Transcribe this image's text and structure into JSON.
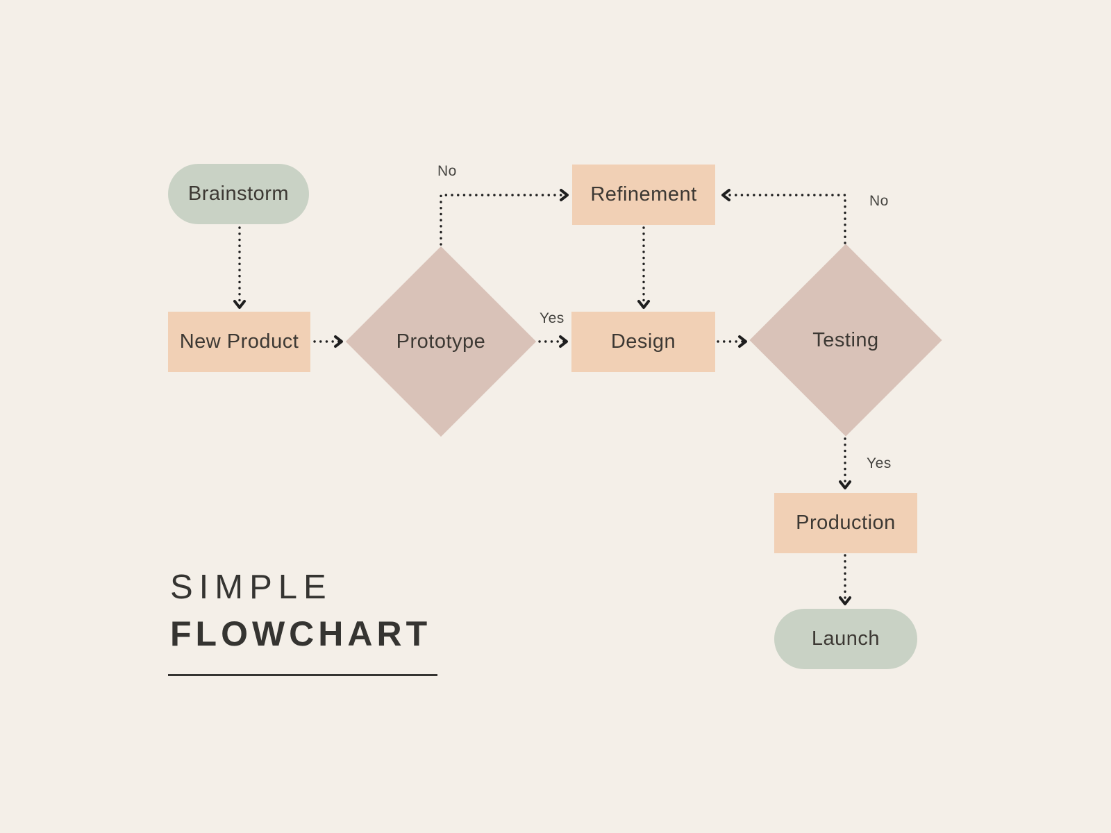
{
  "title": {
    "line1": "SIMPLE",
    "line2": "FLOWCHART"
  },
  "nodes": {
    "brainstorm": {
      "label": "Brainstorm",
      "shape": "rounded-pill",
      "color_role": "sage"
    },
    "new_product": {
      "label": "New Product",
      "shape": "rectangle",
      "color_role": "peach"
    },
    "prototype": {
      "label": "Prototype",
      "shape": "diamond",
      "color_role": "mauve"
    },
    "refinement": {
      "label": "Refinement",
      "shape": "rectangle",
      "color_role": "peach"
    },
    "design": {
      "label": "Design",
      "shape": "rectangle",
      "color_role": "peach"
    },
    "testing": {
      "label": "Testing",
      "shape": "diamond",
      "color_role": "mauve"
    },
    "production": {
      "label": "Production",
      "shape": "rectangle",
      "color_role": "peach"
    },
    "launch": {
      "label": "Launch",
      "shape": "rounded-pill",
      "color_role": "sage"
    }
  },
  "edges": [
    {
      "from": "brainstorm",
      "to": "new_product",
      "label": ""
    },
    {
      "from": "new_product",
      "to": "prototype",
      "label": ""
    },
    {
      "from": "prototype",
      "to": "refinement",
      "label": "No"
    },
    {
      "from": "prototype",
      "to": "design",
      "label": "Yes"
    },
    {
      "from": "refinement",
      "to": "design",
      "label": ""
    },
    {
      "from": "design",
      "to": "testing",
      "label": ""
    },
    {
      "from": "testing",
      "to": "refinement",
      "label": "No"
    },
    {
      "from": "testing",
      "to": "production",
      "label": "Yes"
    },
    {
      "from": "production",
      "to": "launch",
      "label": ""
    }
  ],
  "colors": {
    "background": "#f4efe8",
    "sage": "#c9d2c5",
    "peach": "#f1d0b5",
    "mauve": "#d9c2b8",
    "node_text": "#3c3833",
    "title_text": "#353431",
    "line": "#1e1e1e",
    "edge_label_text": "#454440"
  }
}
